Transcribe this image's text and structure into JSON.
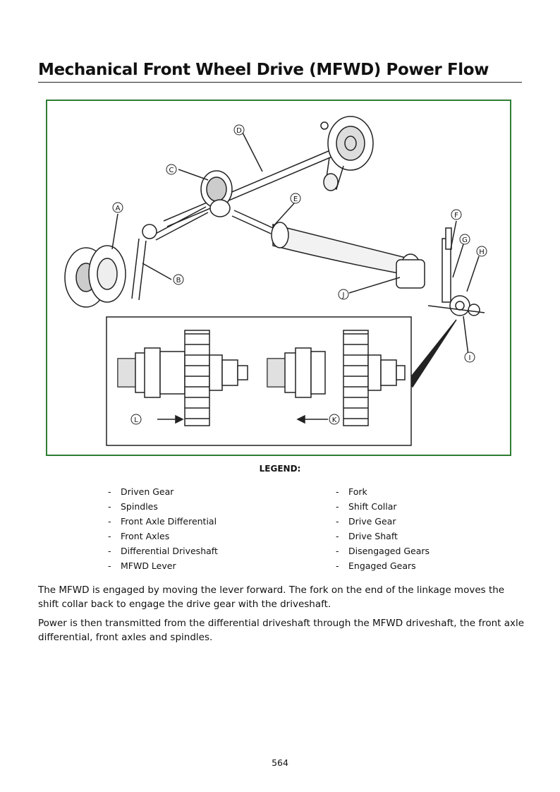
{
  "page_title": "Mechanical Front Wheel Drive (MFWD) Power Flow",
  "figure": {
    "callouts": [
      "A",
      "B",
      "C",
      "D",
      "E",
      "F",
      "G",
      "H",
      "I",
      "J",
      "K",
      "L"
    ],
    "line_color": "#222222",
    "frame_color": "#2e7d32"
  },
  "legend": {
    "title": "LEGEND:",
    "bullet": "-",
    "left": [
      "Driven Gear",
      "Spindles",
      "Front Axle Differential",
      "Front Axles",
      "Differential Driveshaft",
      "MFWD Lever"
    ],
    "right": [
      "Fork",
      "Shift Collar",
      "Drive Gear",
      "Drive Shaft",
      "Disengaged Gears",
      "Engaged Gears"
    ]
  },
  "paragraphs": [
    "The MFWD is engaged by moving the lever forward. The fork on the end of the linkage moves the shift collar back to engage the drive gear with the driveshaft.",
    "Power is then transmitted from the differential driveshaft through the MFWD driveshaft, the front axle differential, front axles and spindles."
  ],
  "page_number": "564"
}
